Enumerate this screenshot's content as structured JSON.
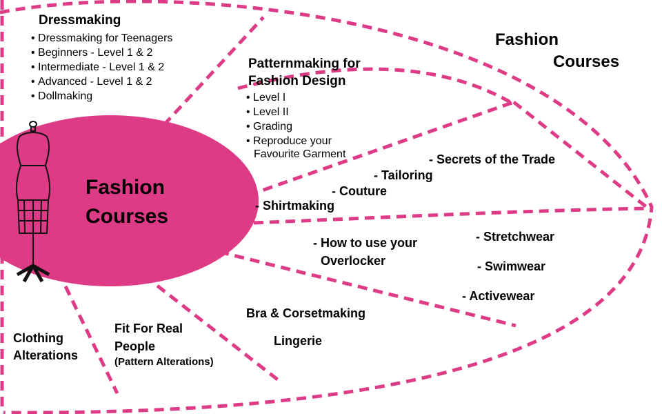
{
  "colors": {
    "accent": "#de3b87",
    "dashes": "#de3b87",
    "dress_form": "#111111"
  },
  "title_top": {
    "line1": "Fashion",
    "line2": "Courses"
  },
  "center": {
    "line1": "Fashion",
    "line2": "Courses"
  },
  "dressmaking": {
    "heading": "Dressmaking",
    "items": [
      "Dressmaking for Teenagers",
      "Beginners - Level 1 & 2",
      "Intermediate - Level 1 & 2",
      "Advanced - Level 1 & 2",
      "Dollmaking"
    ]
  },
  "patternmaking": {
    "heading_line1": "Patternmaking for",
    "heading_line2": "Fashion Design",
    "items": [
      "Level I",
      "Level II",
      "Grading",
      "Reproduce  your"
    ],
    "continuation": "Favourite Garment"
  },
  "tailoring_group": [
    "- Secrets of the Trade",
    "- Tailoring",
    "- Couture",
    "- Shirtmaking"
  ],
  "overlocker": {
    "line1": "- How to use  your",
    "line2": "Overlocker"
  },
  "stretch_group": [
    "- Stretchwear",
    "- Swimwear",
    "- Activewear"
  ],
  "lingerie": {
    "line1": "Bra &  Corsetmaking",
    "line2": "Lingerie"
  },
  "fit": {
    "line1": "Fit For Real",
    "line2": "People",
    "line3": "(Pattern Alterations)"
  },
  "alterations": {
    "line1": "Clothing",
    "line2": "Alterations"
  },
  "icons": {
    "dress_form": "dress-form-icon"
  }
}
